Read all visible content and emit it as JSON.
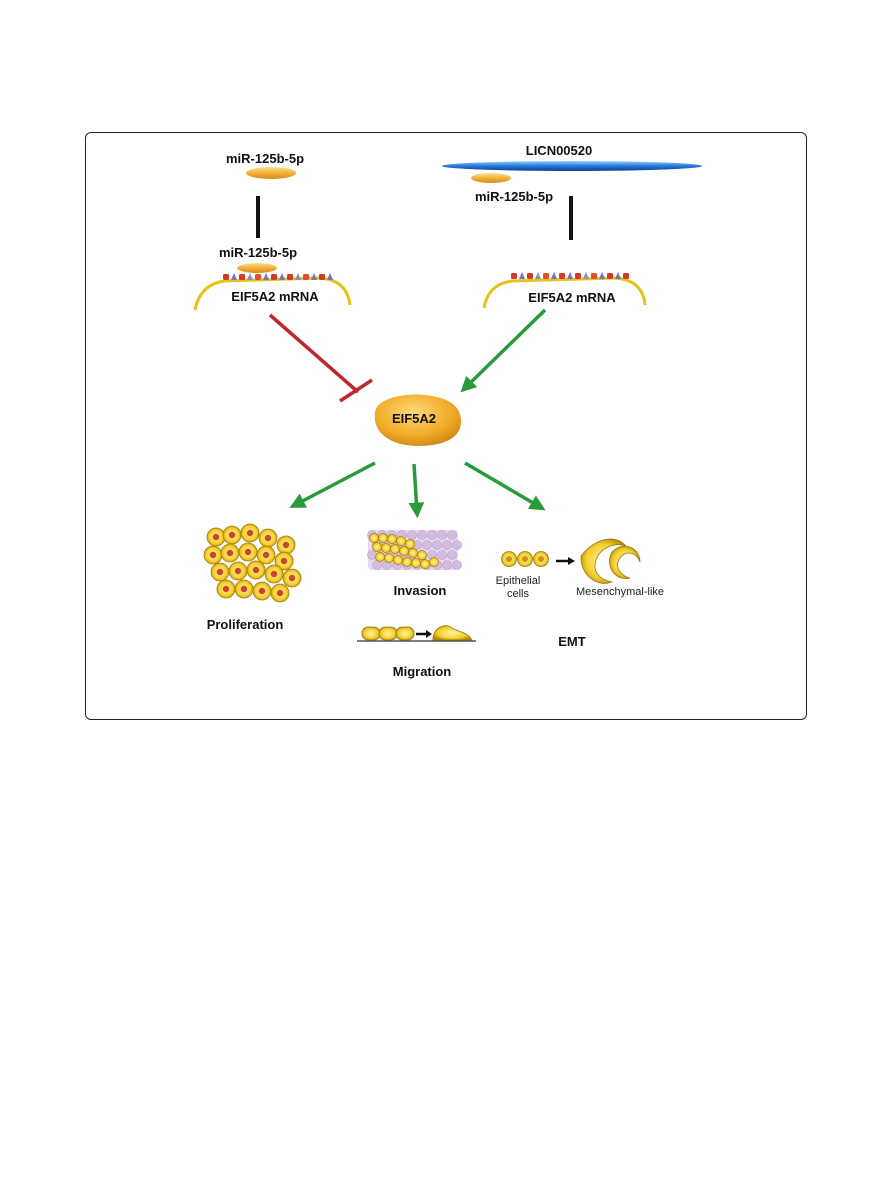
{
  "labels": {
    "mir_left_top": "miR-125b-5p",
    "lncrna": "LICN00520",
    "mir_right": "miR-125b-5p",
    "mir_left_bound": "miR-125b-5p",
    "mrna_left": "EIF5A2 mRNA",
    "mrna_right": "EIF5A2 mRNA",
    "protein": "EIF5A2",
    "invasion": "Invasion",
    "epithelial_line1": "Epithelial",
    "epithelial_line2": "cells",
    "mesenchymal": "Mesenchymal-like",
    "proliferation": "Proliferation",
    "emt": "EMT",
    "migration": "Migration"
  },
  "colors": {
    "inhibit": "#c0262d",
    "activate": "#2a9a3a",
    "mirna": "#f2b13a",
    "lncrna": "#1f6fd0",
    "mrna_strand": "#e8c21a",
    "cell": "#f3cf2e",
    "nucleus": "#c8472a"
  }
}
